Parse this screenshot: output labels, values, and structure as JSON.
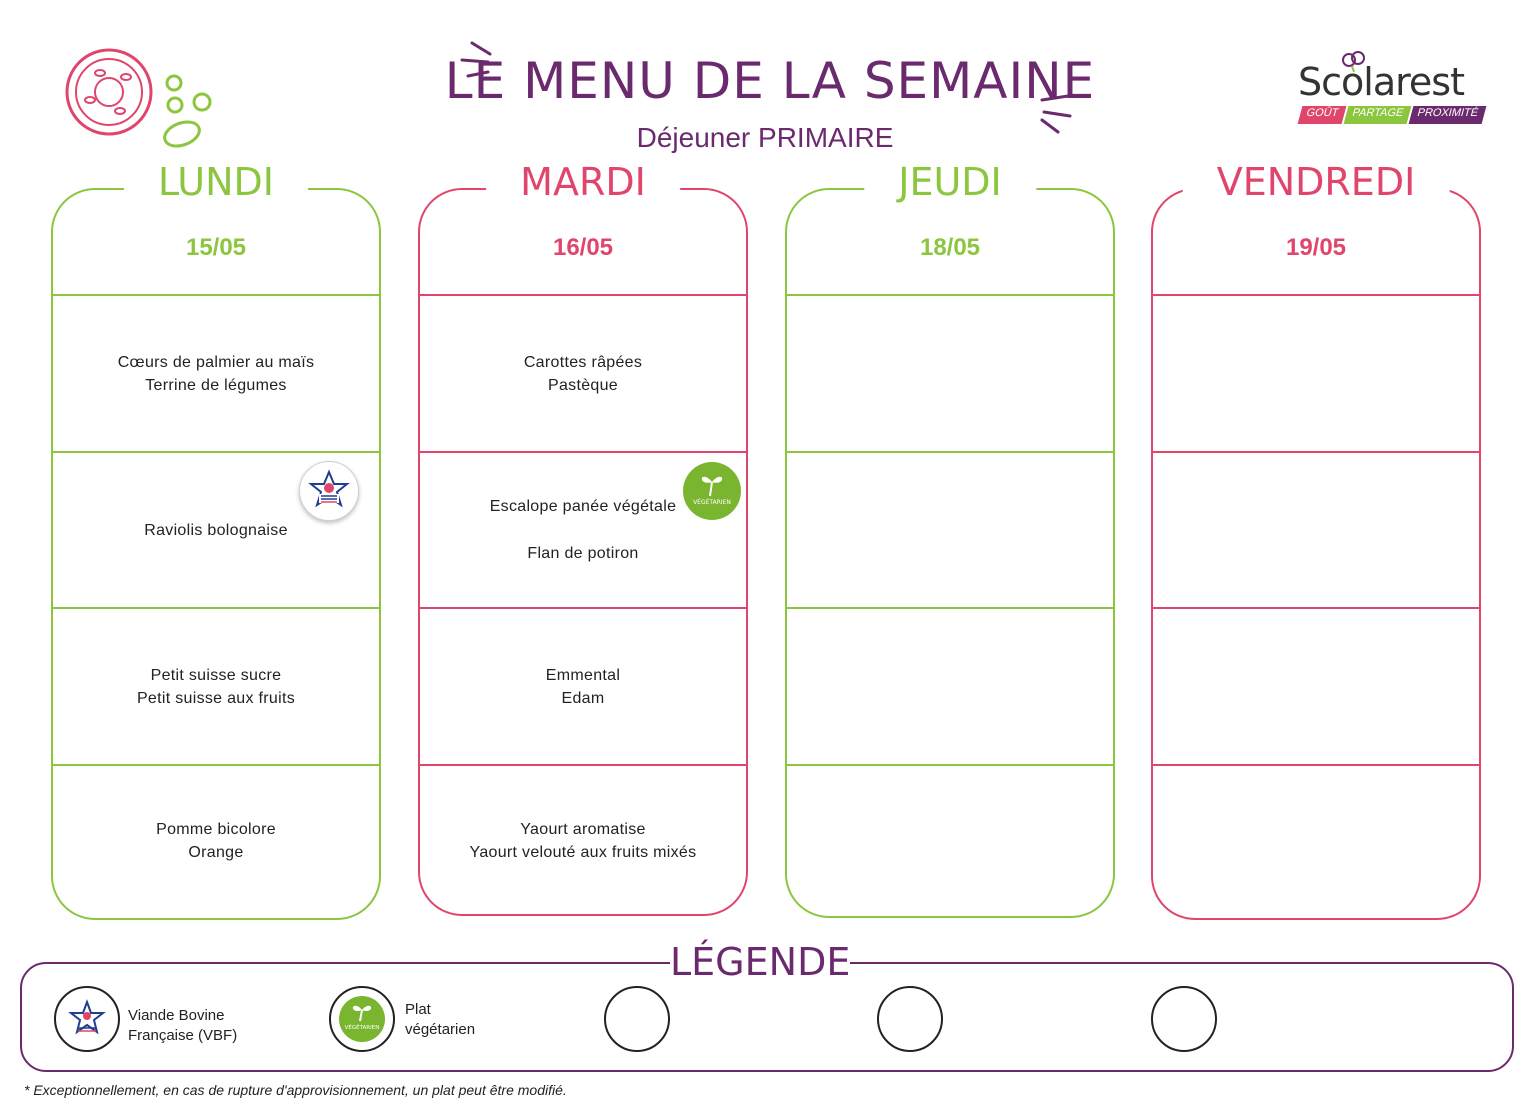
{
  "header": {
    "title": "LE MENU DE LA SEMAINE",
    "subtitle": "Déjeuner PRIMAIRE",
    "brand": "Scolarest",
    "tagline": [
      "GOÛT",
      "PARTAGE",
      "PROXIMITÉ"
    ],
    "decoration_icon": "tomato-slice-icon"
  },
  "colors": {
    "green": "#8cc63f",
    "red": "#e0456b",
    "purple": "#6b2a6e"
  },
  "days": [
    {
      "name": "LUNDI",
      "date": "15/05",
      "color": "green",
      "entree": [
        "Cœurs de palmier au maïs",
        "Terrine de légumes"
      ],
      "plat": [
        "Raviolis bolognaise"
      ],
      "laitage": [
        "Petit suisse sucre",
        "Petit suisse aux fruits"
      ],
      "dessert": [
        "Pomme bicolore",
        "Orange"
      ]
    },
    {
      "name": "MARDI",
      "date": "16/05",
      "color": "red",
      "entree": [
        "Carottes râpées",
        "Pastèque"
      ],
      "plat": [
        "Escalope panée végétale",
        "Flan de potiron"
      ],
      "laitage": [
        "Emmental",
        "Edam"
      ],
      "dessert": [
        "Yaourt aromatise",
        "Yaourt velouté aux fruits mixés"
      ]
    },
    {
      "name": "JEUDI",
      "date": "18/05",
      "color": "green"
    },
    {
      "name": "VENDREDI",
      "date": "19/05",
      "color": "red"
    }
  ],
  "legend": {
    "title": "LÉGENDE",
    "items": [
      {
        "line1": "Viande Bovine",
        "line2": "Française (VBF)",
        "icon": "viande-bovine-francaise-icon"
      },
      {
        "line1": "Plat",
        "line2": "végétarien",
        "icon": "vegetarien-icon"
      }
    ]
  },
  "footnote": "* Exceptionnellement, en cas de rupture d'approvisionnement, un plat peut être modifié."
}
